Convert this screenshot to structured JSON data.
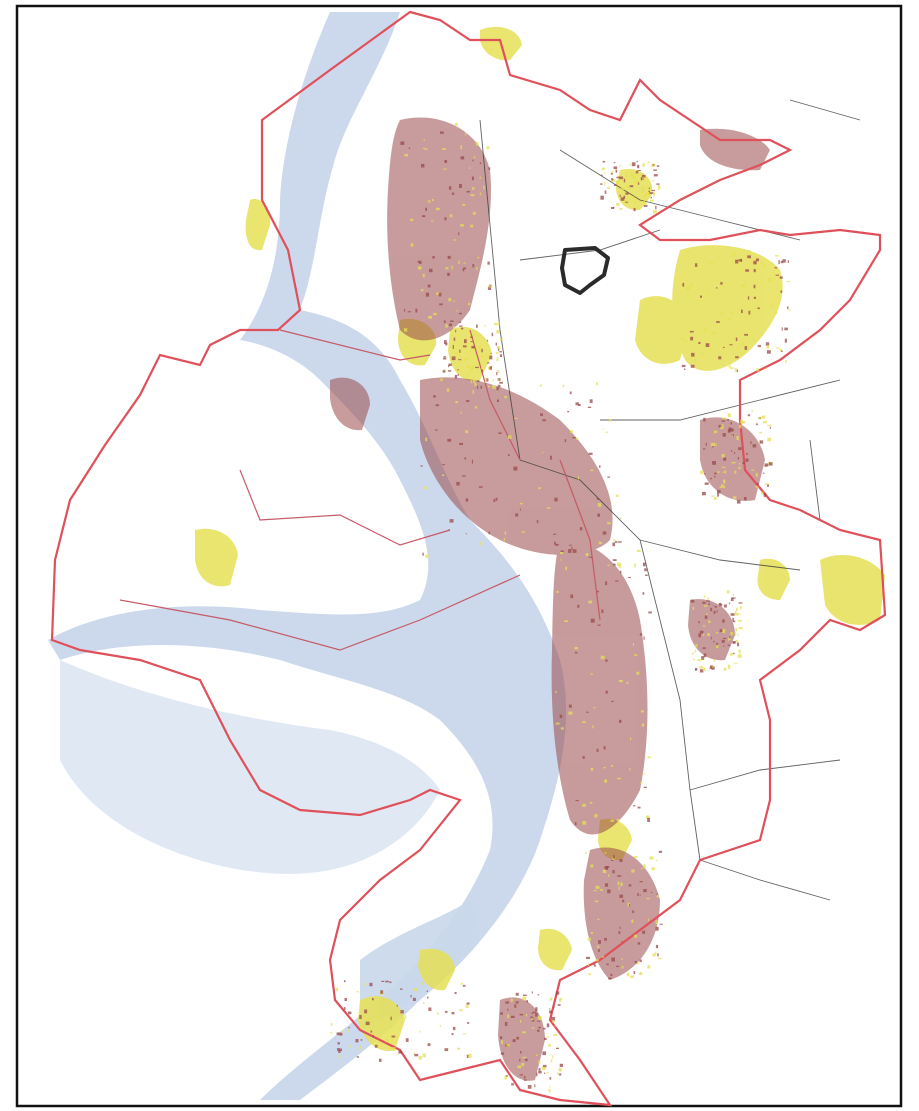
{
  "map": {
    "colors": {
      "frame": "#111111",
      "background": "#ffffff",
      "river": "#c9d7eb",
      "river_light": "#dbe5f2",
      "city_boundary": "#e0505a",
      "district_line": "#c65a66",
      "built_up": "#9a4a4a",
      "green_zone": "#e6e055",
      "roads": "#3a3a3a",
      "highlight_parcel": "#2a2a2a"
    },
    "features": [
      {
        "name": "city-boundary",
        "kind": "administrative boundary"
      },
      {
        "name": "river",
        "kind": "water body"
      },
      {
        "name": "built-up-areas",
        "kind": "urban development"
      },
      {
        "name": "green-zones",
        "kind": "yellow hatched areas"
      },
      {
        "name": "highlighted-parcel",
        "kind": "outlined plot"
      }
    ]
  }
}
